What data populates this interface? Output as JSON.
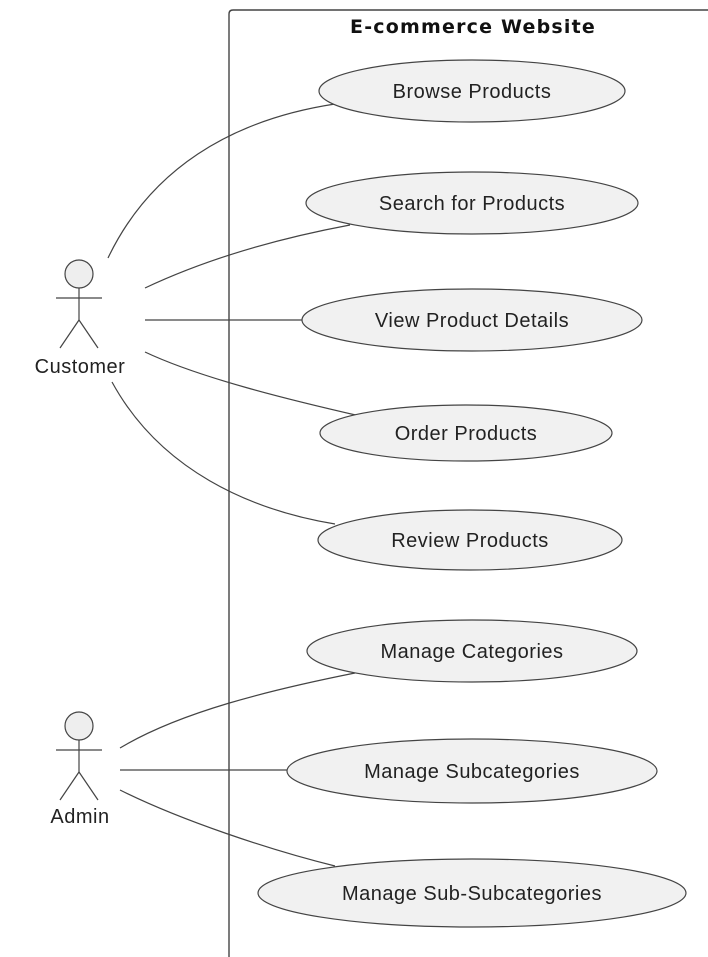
{
  "system": {
    "title": "E-commerce Website"
  },
  "actors": {
    "customer": {
      "name": "Customer"
    },
    "admin": {
      "name": "Admin"
    }
  },
  "use_cases": {
    "browse": "Browse Products",
    "search": "Search for Products",
    "view": "View Product Details",
    "order": "Order Products",
    "review": "Review Products",
    "categories": "Manage Categories",
    "subcategories": "Manage Subcategories",
    "subsubcategories": "Manage Sub-Subcategories"
  },
  "colors": {
    "usecase_fill": "#f1f1f1",
    "stroke": "#444444",
    "actor_fill": "#eeeeee",
    "background": "#ffffff"
  }
}
